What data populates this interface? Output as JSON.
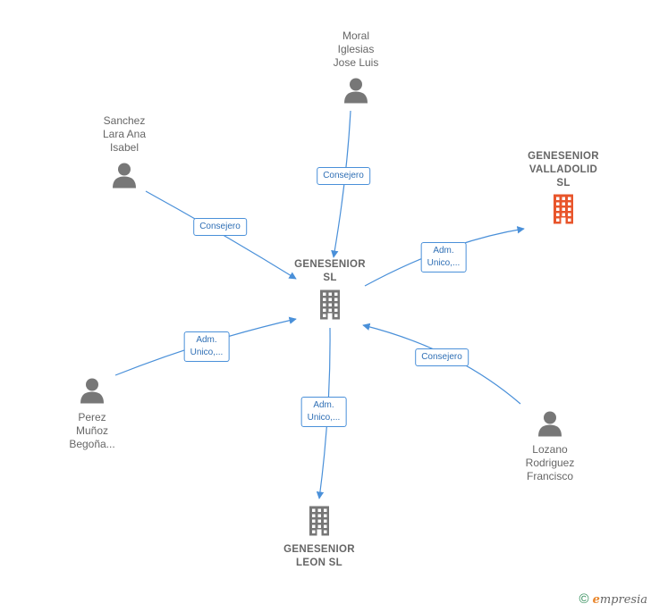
{
  "nodes": [
    {
      "id": "moral",
      "type": "person",
      "label": [
        "Moral",
        "Iglesias",
        "Jose Luis"
      ]
    },
    {
      "id": "sanchez",
      "type": "person",
      "label": [
        "Sanchez",
        "Lara Ana",
        "Isabel"
      ]
    },
    {
      "id": "gvalladolid",
      "type": "company",
      "highlight": true,
      "label": [
        "GENESENIOR",
        "VALLADOLID",
        "SL"
      ]
    },
    {
      "id": "gsl",
      "type": "company",
      "label": [
        "GENESENIOR",
        "SL"
      ]
    },
    {
      "id": "perez",
      "type": "person",
      "label": [
        "Perez",
        "Muñoz",
        "Begoña..."
      ]
    },
    {
      "id": "lozano",
      "type": "person",
      "label": [
        "Lozano",
        "Rodriguez",
        "Francisco"
      ]
    },
    {
      "id": "gleon",
      "type": "company",
      "label": [
        "GENESENIOR",
        "LEON  SL"
      ]
    }
  ],
  "edges": [
    {
      "from": "moral",
      "to": "gsl",
      "label": [
        "Consejero"
      ]
    },
    {
      "from": "sanchez",
      "to": "gsl",
      "label": [
        "Consejero"
      ]
    },
    {
      "from": "gsl",
      "to": "gvalladolid",
      "label": [
        "Adm.",
        "Unico,..."
      ]
    },
    {
      "from": "perez",
      "to": "gsl",
      "label": [
        "Adm.",
        "Unico,..."
      ]
    },
    {
      "from": "lozano",
      "to": "gsl",
      "label": [
        "Consejero"
      ]
    },
    {
      "from": "gsl",
      "to": "gleon",
      "label": [
        "Adm.",
        "Unico,..."
      ]
    }
  ],
  "colors": {
    "edge": "#4a90d9",
    "person_icon": "#777777",
    "company_icon": "#777777",
    "company_highlight": "#e8552b"
  },
  "footer": {
    "copyright": "©",
    "brand_e": "e",
    "brand_rest": "mpresia"
  }
}
